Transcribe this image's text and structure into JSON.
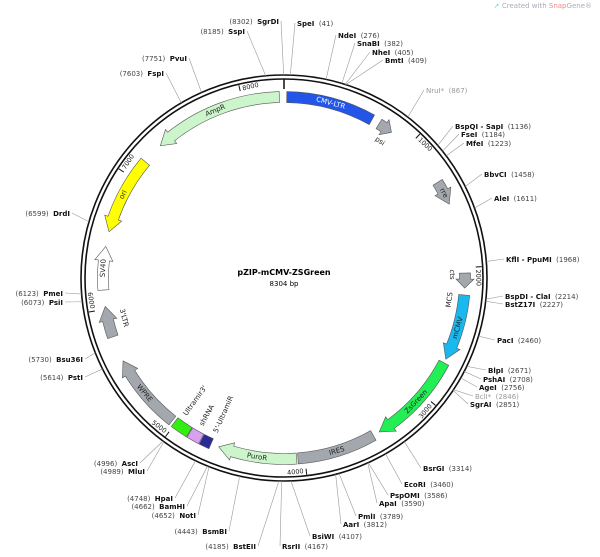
{
  "watermark": {
    "prefix": "Created with ",
    "brand": "Snap",
    "suffix": "Gene®",
    "icon": "snapgene-logo-icon"
  },
  "plasmid": {
    "name": "pZIP-mCMV-ZSGreen",
    "size_label": "8304 bp",
    "length": 8304
  },
  "ticks": [
    1000,
    2000,
    3000,
    4000,
    5000,
    6000,
    7000,
    8000
  ],
  "features": [
    {
      "name": "CMV-LTR",
      "start": 20,
      "end": 670,
      "dir": 0,
      "color": "#2255e8",
      "text_color": "#ffffff"
    },
    {
      "name": "psi",
      "start": 730,
      "end": 840,
      "dir": 1,
      "color": "#a3a8ae"
    },
    {
      "name": "rre",
      "start": 1340,
      "end": 1520,
      "dir": 1,
      "color": "#a3a8ae"
    },
    {
      "name": "cts",
      "start": 2040,
      "end": 2150,
      "dir": 1,
      "color": "#a3a8ae"
    },
    {
      "name": "MCS",
      "start": 2170,
      "end": 2190,
      "dir": 0,
      "color": "#a3a8ae"
    },
    {
      "name": "mCMV",
      "start": 2200,
      "end": 2690,
      "dir": 1,
      "color": "#19b8ee"
    },
    {
      "name": "ZsGreen",
      "start": 2720,
      "end": 3420,
      "dir": 1,
      "color": "#22ee55"
    },
    {
      "name": "IRES",
      "start": 3470,
      "end": 4050,
      "dir": 0,
      "color": "#a3a8ae"
    },
    {
      "name": "PuroR",
      "start": 4060,
      "end": 4640,
      "dir": 1,
      "color": "#ccf5cc"
    },
    {
      "name": "5'-UltramiR",
      "start": 4700,
      "end": 4775,
      "dir": 0,
      "color": "#2a2a99"
    },
    {
      "name": "shRNA",
      "start": 4780,
      "end": 4875,
      "dir": 0,
      "color": "#d8a0f0"
    },
    {
      "name": "Ultramir3'",
      "start": 4880,
      "end": 5010,
      "dir": 0,
      "color": "#33ee11"
    },
    {
      "name": "WPRE",
      "start": 5030,
      "end": 5600,
      "dir": 1,
      "color": "#a3a8ae"
    },
    {
      "name": "3'LTR",
      "start": 5790,
      "end": 6020,
      "dir": 1,
      "color": "#a3a8ae"
    },
    {
      "name": "SV40",
      "start": 6140,
      "end": 6460,
      "dir": 1,
      "color": "#ffffff"
    },
    {
      "name": "ori",
      "start": 6570,
      "end": 7150,
      "dir": -1,
      "color": "#ffff00"
    },
    {
      "name": "AmpR",
      "start": 7310,
      "end": 8270,
      "dir": -1,
      "color": "#ccf5cc"
    }
  ],
  "enzymes": [
    {
      "name": "SgrDI",
      "pos": 8302,
      "label_pos": "(8302)"
    },
    {
      "name": "SspI",
      "pos": 8185,
      "label_pos": "(8185)"
    },
    {
      "name": "PvuI",
      "pos": 7751,
      "label_pos": "(7751)"
    },
    {
      "name": "FspI",
      "pos": 7603,
      "label_pos": "(7603)"
    },
    {
      "name": "DrdI",
      "pos": 6599,
      "label_pos": "(6599)"
    },
    {
      "name": "PmeI",
      "pos": 6123,
      "label_pos": "(6123)"
    },
    {
      "name": "PsiI",
      "pos": 6073,
      "label_pos": "(6073)"
    },
    {
      "name": "Bsu36I",
      "pos": 5730,
      "label_pos": "(5730)"
    },
    {
      "name": "PstI",
      "pos": 5614,
      "label_pos": "(5614)"
    },
    {
      "name": "AscI",
      "pos": 4996,
      "label_pos": "(4996)"
    },
    {
      "name": "MluI",
      "pos": 4989,
      "label_pos": "(4989)"
    },
    {
      "name": "HpaI",
      "pos": 4748,
      "label_pos": "(4748)"
    },
    {
      "name": "BamHI",
      "pos": 4662,
      "label_pos": "(4662)"
    },
    {
      "name": "NotI",
      "pos": 4652,
      "label_pos": "(4652)"
    },
    {
      "name": "BsmBI",
      "pos": 4443,
      "label_pos": "(4443)"
    },
    {
      "name": "BstEII",
      "pos": 4185,
      "label_pos": "(4185)"
    },
    {
      "name": "RsrII",
      "pos": 4167,
      "label_pos": "(4167)"
    },
    {
      "name": "BsiWI",
      "pos": 4107,
      "label_pos": "(4107)"
    },
    {
      "name": "AarI",
      "pos": 3812,
      "label_pos": "(3812)"
    },
    {
      "name": "PmlI",
      "pos": 3789,
      "label_pos": "(3789)"
    },
    {
      "name": "ApaI",
      "pos": 3590,
      "label_pos": "(3590)"
    },
    {
      "name": "PspOMI",
      "pos": 3586,
      "label_pos": "(3586)"
    },
    {
      "name": "EcoRI",
      "pos": 3460,
      "label_pos": "(3460)"
    },
    {
      "name": "BsrGI",
      "pos": 3314,
      "label_pos": "(3314)"
    },
    {
      "name": "SgrAI",
      "pos": 2851,
      "label_pos": "(2851)"
    },
    {
      "name": "BclI*",
      "pos": 2846,
      "label_pos": "(2846)",
      "muted": true
    },
    {
      "name": "AgeI",
      "pos": 2756,
      "label_pos": "(2756)"
    },
    {
      "name": "PshAI",
      "pos": 2708,
      "label_pos": "(2708)"
    },
    {
      "name": "BlpI",
      "pos": 2671,
      "label_pos": "(2671)"
    },
    {
      "name": "PacI",
      "pos": 2460,
      "label_pos": "(2460)"
    },
    {
      "name": "BstZ17I",
      "pos": 2227,
      "label_pos": "(2227)"
    },
    {
      "name": "BspDI - ClaI",
      "pos": 2214,
      "label_pos": "(2214)"
    },
    {
      "name": "KflI - PpuMI",
      "pos": 1968,
      "label_pos": "(1968)"
    },
    {
      "name": "AleI",
      "pos": 1611,
      "label_pos": "(1611)"
    },
    {
      "name": "BbvCI",
      "pos": 1458,
      "label_pos": "(1458)"
    },
    {
      "name": "MfeI",
      "pos": 1223,
      "label_pos": "(1223)"
    },
    {
      "name": "FseI",
      "pos": 1184,
      "label_pos": "(1184)"
    },
    {
      "name": "BspQI - SapI",
      "pos": 1136,
      "label_pos": "(1136)"
    },
    {
      "name": "NruI*",
      "pos": 867,
      "label_pos": "(867)",
      "muted": true
    },
    {
      "name": "BmtI",
      "pos": 409,
      "label_pos": "(409)"
    },
    {
      "name": "NheI",
      "pos": 405,
      "label_pos": "(405)"
    },
    {
      "name": "SnaBI",
      "pos": 382,
      "label_pos": "(382)"
    },
    {
      "name": "NdeI",
      "pos": 276,
      "label_pos": "(276)"
    },
    {
      "name": "SpeI",
      "pos": 41,
      "label_pos": "(41)"
    }
  ]
}
